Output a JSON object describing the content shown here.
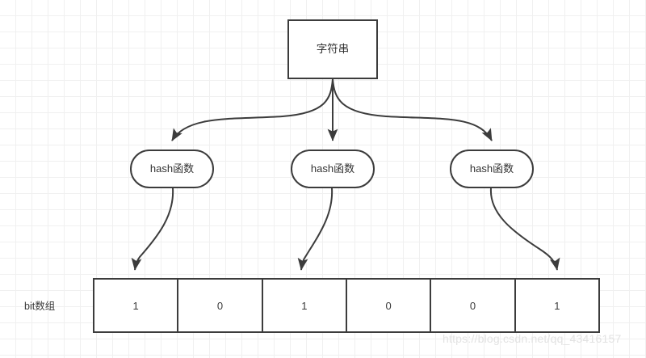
{
  "diagram": {
    "title_node": {
      "label": "字符串",
      "shape": "rectangle"
    },
    "hash_nodes": [
      {
        "label": "hash函数",
        "shape": "rounded-rectangle"
      },
      {
        "label": "hash函数",
        "shape": "rounded-rectangle"
      },
      {
        "label": "hash函数",
        "shape": "rounded-rectangle"
      }
    ],
    "bit_array": {
      "label": "bit数组",
      "cells": [
        "1",
        "0",
        "1",
        "0",
        "0",
        "1"
      ]
    },
    "watermark": "https://blog.csdn.net/qq_43416157",
    "colors": {
      "stroke": "#3c3c3c",
      "node_fill": "#ffffff",
      "text": "#333333",
      "grid_minor": "#f0f0f0",
      "grid_major": "#e8e8e8",
      "watermark": "#e2e2e2"
    }
  }
}
